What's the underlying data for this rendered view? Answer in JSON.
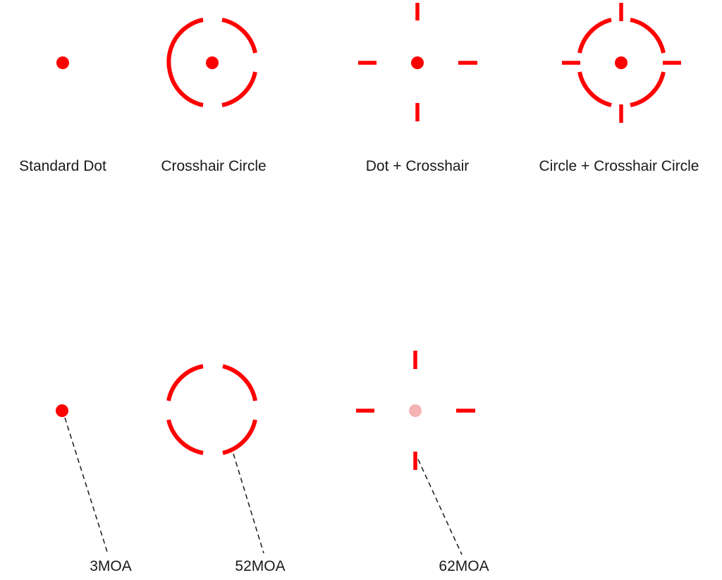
{
  "colors": {
    "reticle": "#ff0000",
    "reticle_faded": "#f6b3b3",
    "leader": "#1a1a1a",
    "text": "#1a1a1a",
    "background": "#ffffff"
  },
  "reticle_types": [
    {
      "label": "Standard Dot"
    },
    {
      "label": "Crosshair Circle"
    },
    {
      "label": "Dot + Crosshair"
    },
    {
      "label": "Circle + Crosshair Circle"
    }
  ],
  "components": [
    {
      "label": "3MOA"
    },
    {
      "label": "52MOA"
    },
    {
      "label": "62MOA"
    }
  ]
}
